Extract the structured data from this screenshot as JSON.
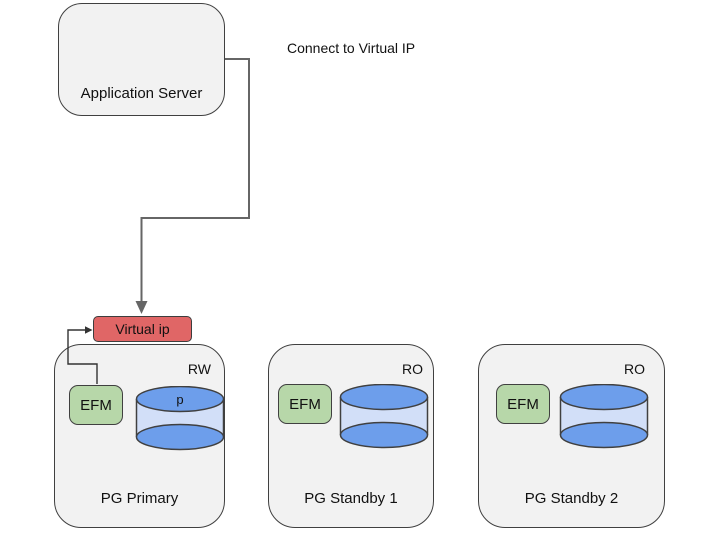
{
  "annotation": {
    "connect_label": "Connect to Virtual IP"
  },
  "app_server": {
    "label": "Application Server"
  },
  "virtual_ip": {
    "label": "Virtual ip"
  },
  "servers": [
    {
      "name": "PG Primary",
      "mode": "RW",
      "efm_label": "EFM",
      "db_label": "p"
    },
    {
      "name": "PG Standby 1",
      "mode": "RO",
      "efm_label": "EFM",
      "db_label": ""
    },
    {
      "name": "PG Standby 2",
      "mode": "RO",
      "efm_label": "EFM",
      "db_label": ""
    }
  ],
  "colors": {
    "canvas": "#ffffff",
    "node_fill": "#f2f2f2",
    "node_border": "#404040",
    "efm_fill": "#b7d7a9",
    "db_disc_fill": "#6d9eeb",
    "db_body_fill": "#d2dff8",
    "virtual_ip_fill": "#e06666",
    "connector": "#666666"
  }
}
